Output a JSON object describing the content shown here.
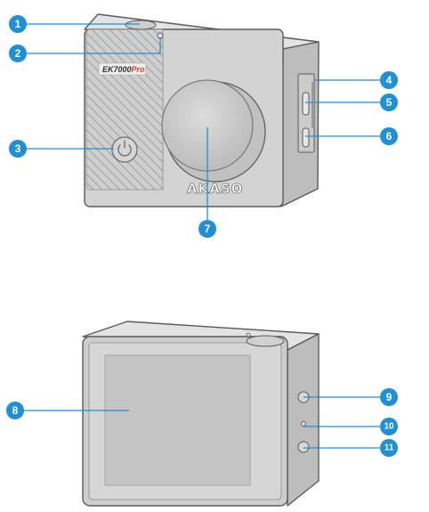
{
  "camera_front": {
    "model_label": "EK7000",
    "model_suffix": "Pro",
    "brand_label": "AKASO"
  },
  "callouts": [
    {
      "id": "1",
      "label": "1"
    },
    {
      "id": "2",
      "label": "2"
    },
    {
      "id": "3",
      "label": "3"
    },
    {
      "id": "4",
      "label": "4"
    },
    {
      "id": "5",
      "label": "5"
    },
    {
      "id": "6",
      "label": "6"
    },
    {
      "id": "7",
      "label": "7"
    },
    {
      "id": "8",
      "label": "8"
    },
    {
      "id": "9",
      "label": "9"
    },
    {
      "id": "10",
      "label": "10"
    },
    {
      "id": "11",
      "label": "11"
    }
  ],
  "colors": {
    "callout": "#1f8fd6",
    "body_light": "#d6d6d6",
    "body_mid": "#c4c4c4",
    "body_dark": "#a9a9a9",
    "outline": "#5a5a5a",
    "screen": "#c8c8c8",
    "model_suffix": "#d83a2a"
  }
}
